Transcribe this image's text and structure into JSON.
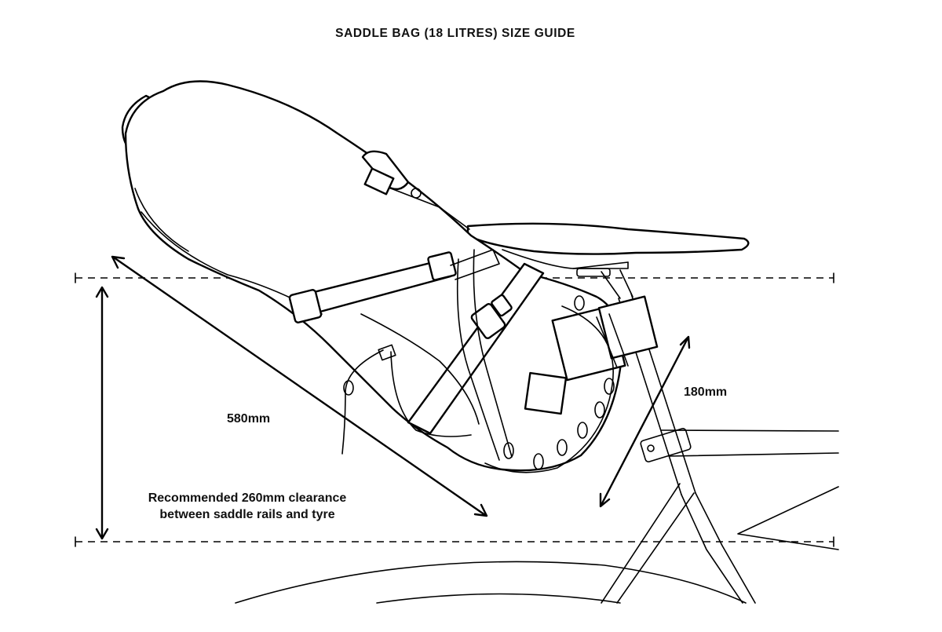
{
  "title": "SADDLE BAG (18 LITRES) SIZE GUIDE",
  "dimensions": {
    "length_label": "580mm",
    "height_label": "180mm"
  },
  "clearance_note": {
    "line1": "Recommended 260mm clearance",
    "line2": "between saddle rails and tyre"
  },
  "colors": {
    "line": "#000000",
    "background": "#ffffff"
  }
}
